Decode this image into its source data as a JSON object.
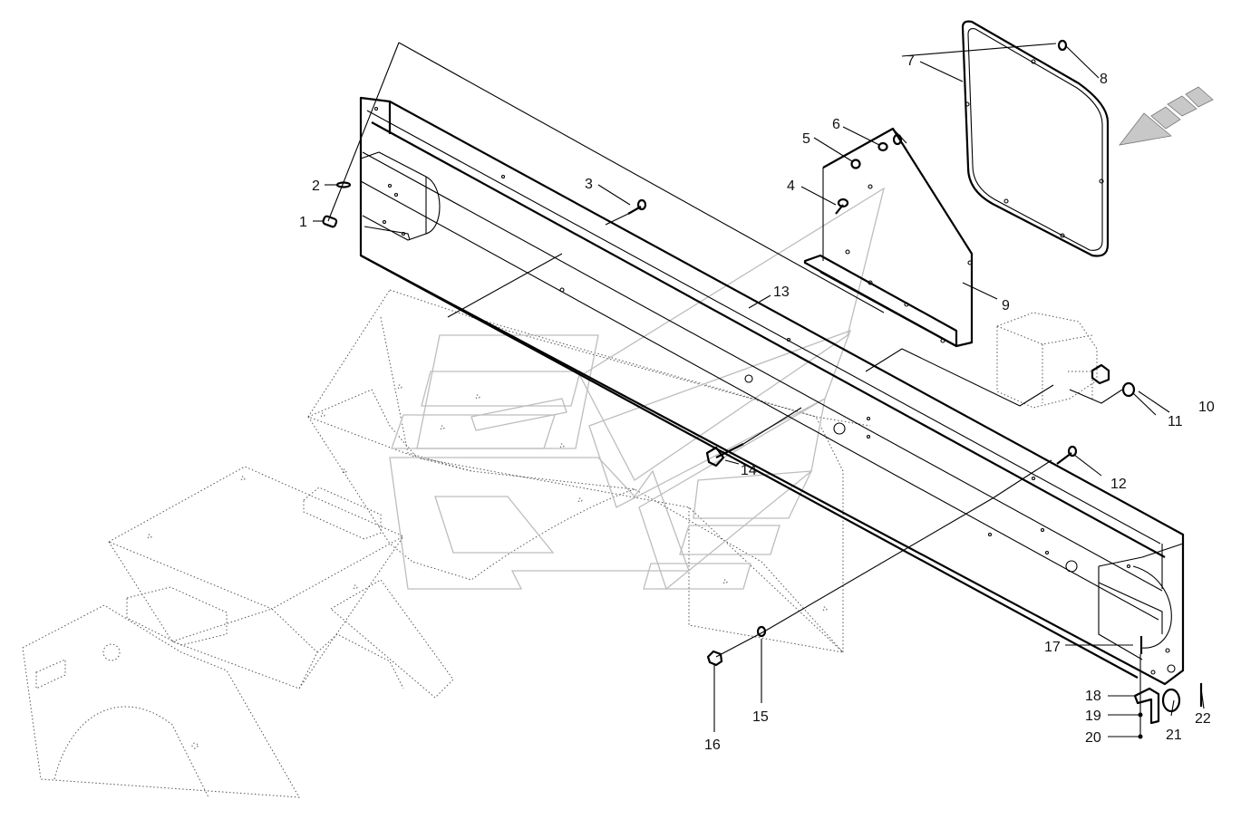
{
  "diagram": {
    "colors": {
      "stroke": "#000000",
      "dotted": "#555555",
      "watermark": "#bdbdbd",
      "background": "#ffffff"
    },
    "callouts": [
      {
        "text": "1"
      },
      {
        "text": "2"
      },
      {
        "text": "3"
      },
      {
        "text": "4"
      },
      {
        "text": "5"
      },
      {
        "text": "6"
      },
      {
        "text": "7"
      },
      {
        "text": "8"
      },
      {
        "text": "9"
      },
      {
        "text": "10"
      },
      {
        "text": "11"
      },
      {
        "text": "12"
      },
      {
        "text": "13"
      },
      {
        "text": "14"
      },
      {
        "text": "15"
      },
      {
        "text": "16"
      },
      {
        "text": "17"
      },
      {
        "text": "18"
      },
      {
        "text": "19"
      },
      {
        "text": "20"
      },
      {
        "text": "21"
      },
      {
        "text": "22"
      }
    ]
  }
}
